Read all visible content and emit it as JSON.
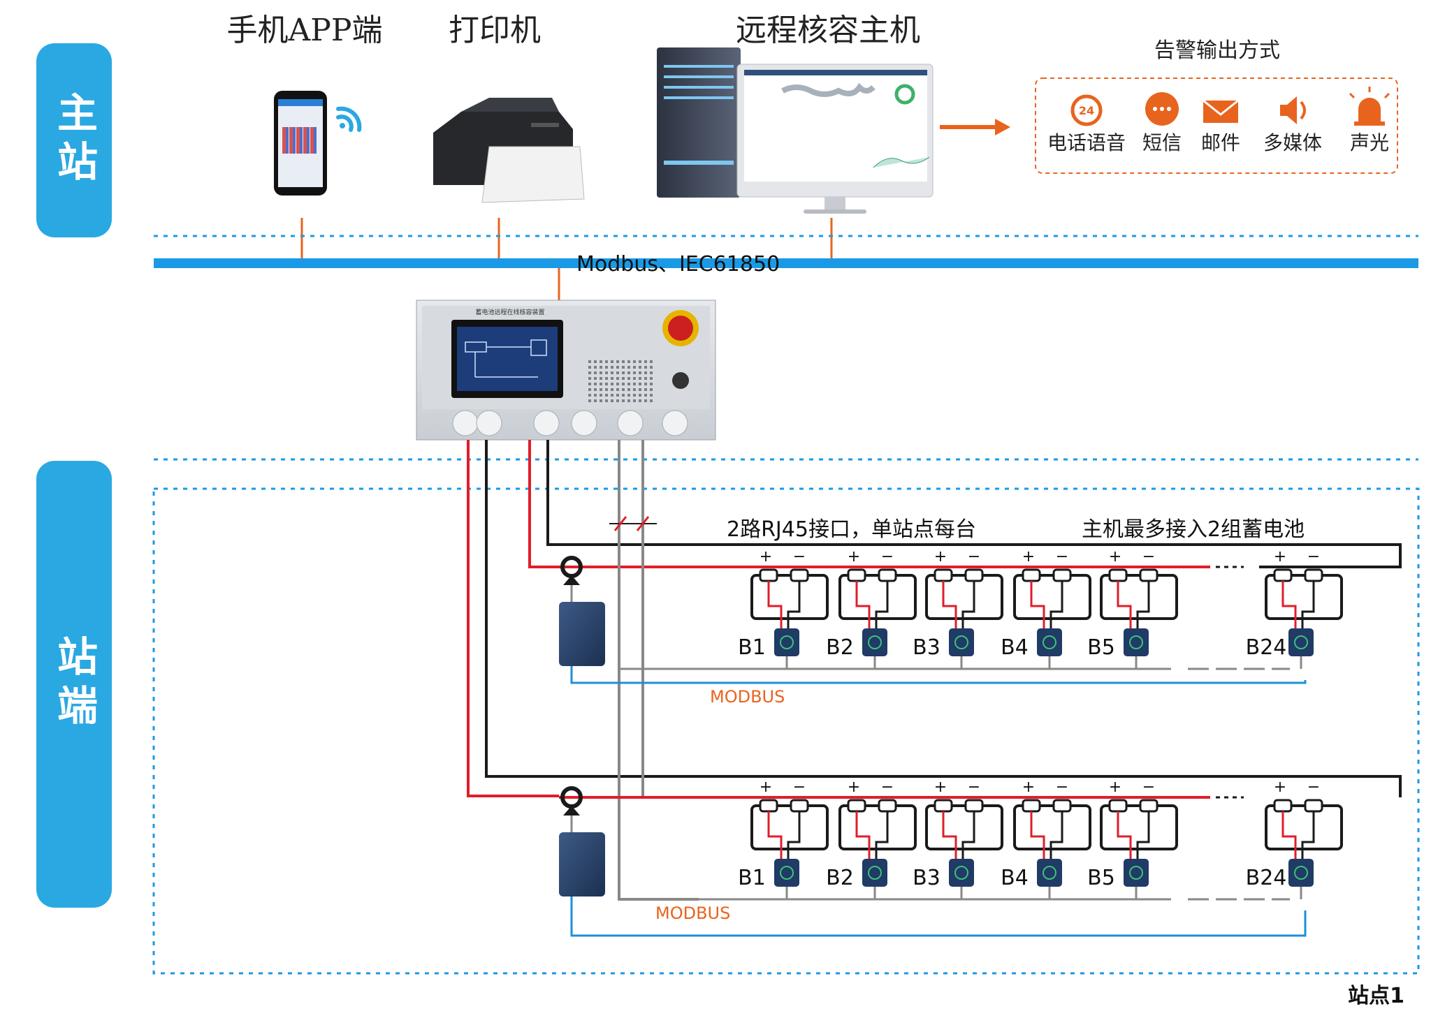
{
  "sections": {
    "master": "主站",
    "station": "站端"
  },
  "master": {
    "mobile_app": "手机APP端",
    "printer": "打印机",
    "remote_host": "远程核容主机"
  },
  "alarm": {
    "title": "告警输出方式",
    "methods": [
      {
        "label": "电话语音",
        "icon": "phone-24-icon"
      },
      {
        "label": "短信",
        "icon": "chat-icon"
      },
      {
        "label": "邮件",
        "icon": "mail-icon"
      },
      {
        "label": "多媒体",
        "icon": "speaker-icon"
      },
      {
        "label": "声光",
        "icon": "alarm-light-icon"
      }
    ],
    "accent_color": "#e8641e"
  },
  "bus": {
    "label": "Modbus、IEC61850",
    "color": "#1a9ae6"
  },
  "device": {
    "screen_title": "蓄电池远程在线核容装置"
  },
  "station_notes": {
    "left": "2路RJ45接口，单站点每台",
    "right": "主机最多接入2组蓄电池"
  },
  "battery_groups": [
    {
      "batteries": [
        "B1",
        "B2",
        "B3",
        "B4",
        "B5",
        "B24"
      ],
      "bus_label": "MODBUS"
    },
    {
      "batteries": [
        "B1",
        "B2",
        "B3",
        "B4",
        "B5",
        "B24"
      ],
      "bus_label": "MODBUS"
    }
  ],
  "polarity": {
    "plus": "+",
    "minus": "−"
  },
  "site_label": "站点1",
  "colors": {
    "section_blue": "#2aa8e2",
    "wire_red": "#e01e2a",
    "wire_black": "#1a1a1a",
    "modbus_blue": "#1e8fd8",
    "modbus_text": "#e8641e"
  }
}
